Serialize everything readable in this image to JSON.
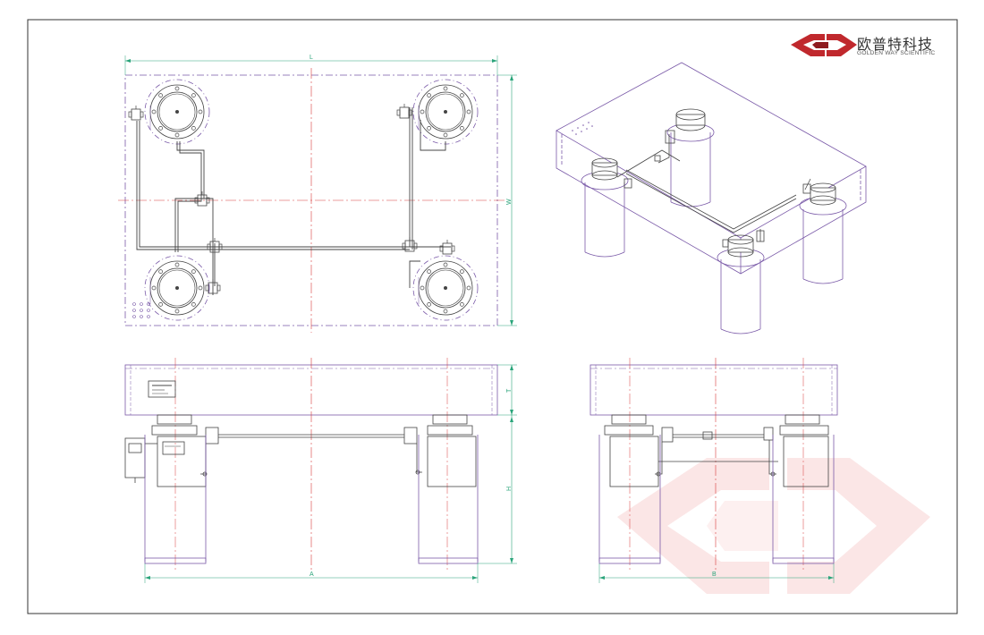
{
  "brand": {
    "name_cn": "欧普特科技",
    "name_en": "GOLDEN WAY SCIENTIFIC",
    "color": "#c0282d"
  },
  "dimensions": {
    "length": "L",
    "width": "W",
    "thickness": "T",
    "height": "H",
    "leg_span_front": "A",
    "leg_span_side": "B"
  },
  "colors": {
    "outline": "#7a5aa8",
    "centerline": "#d83a3a",
    "dimension": "#2aa47a",
    "part": "#444444",
    "watermark": "#f6d9d9"
  },
  "views": [
    "top-view",
    "isometric-view",
    "front-view",
    "side-view"
  ]
}
